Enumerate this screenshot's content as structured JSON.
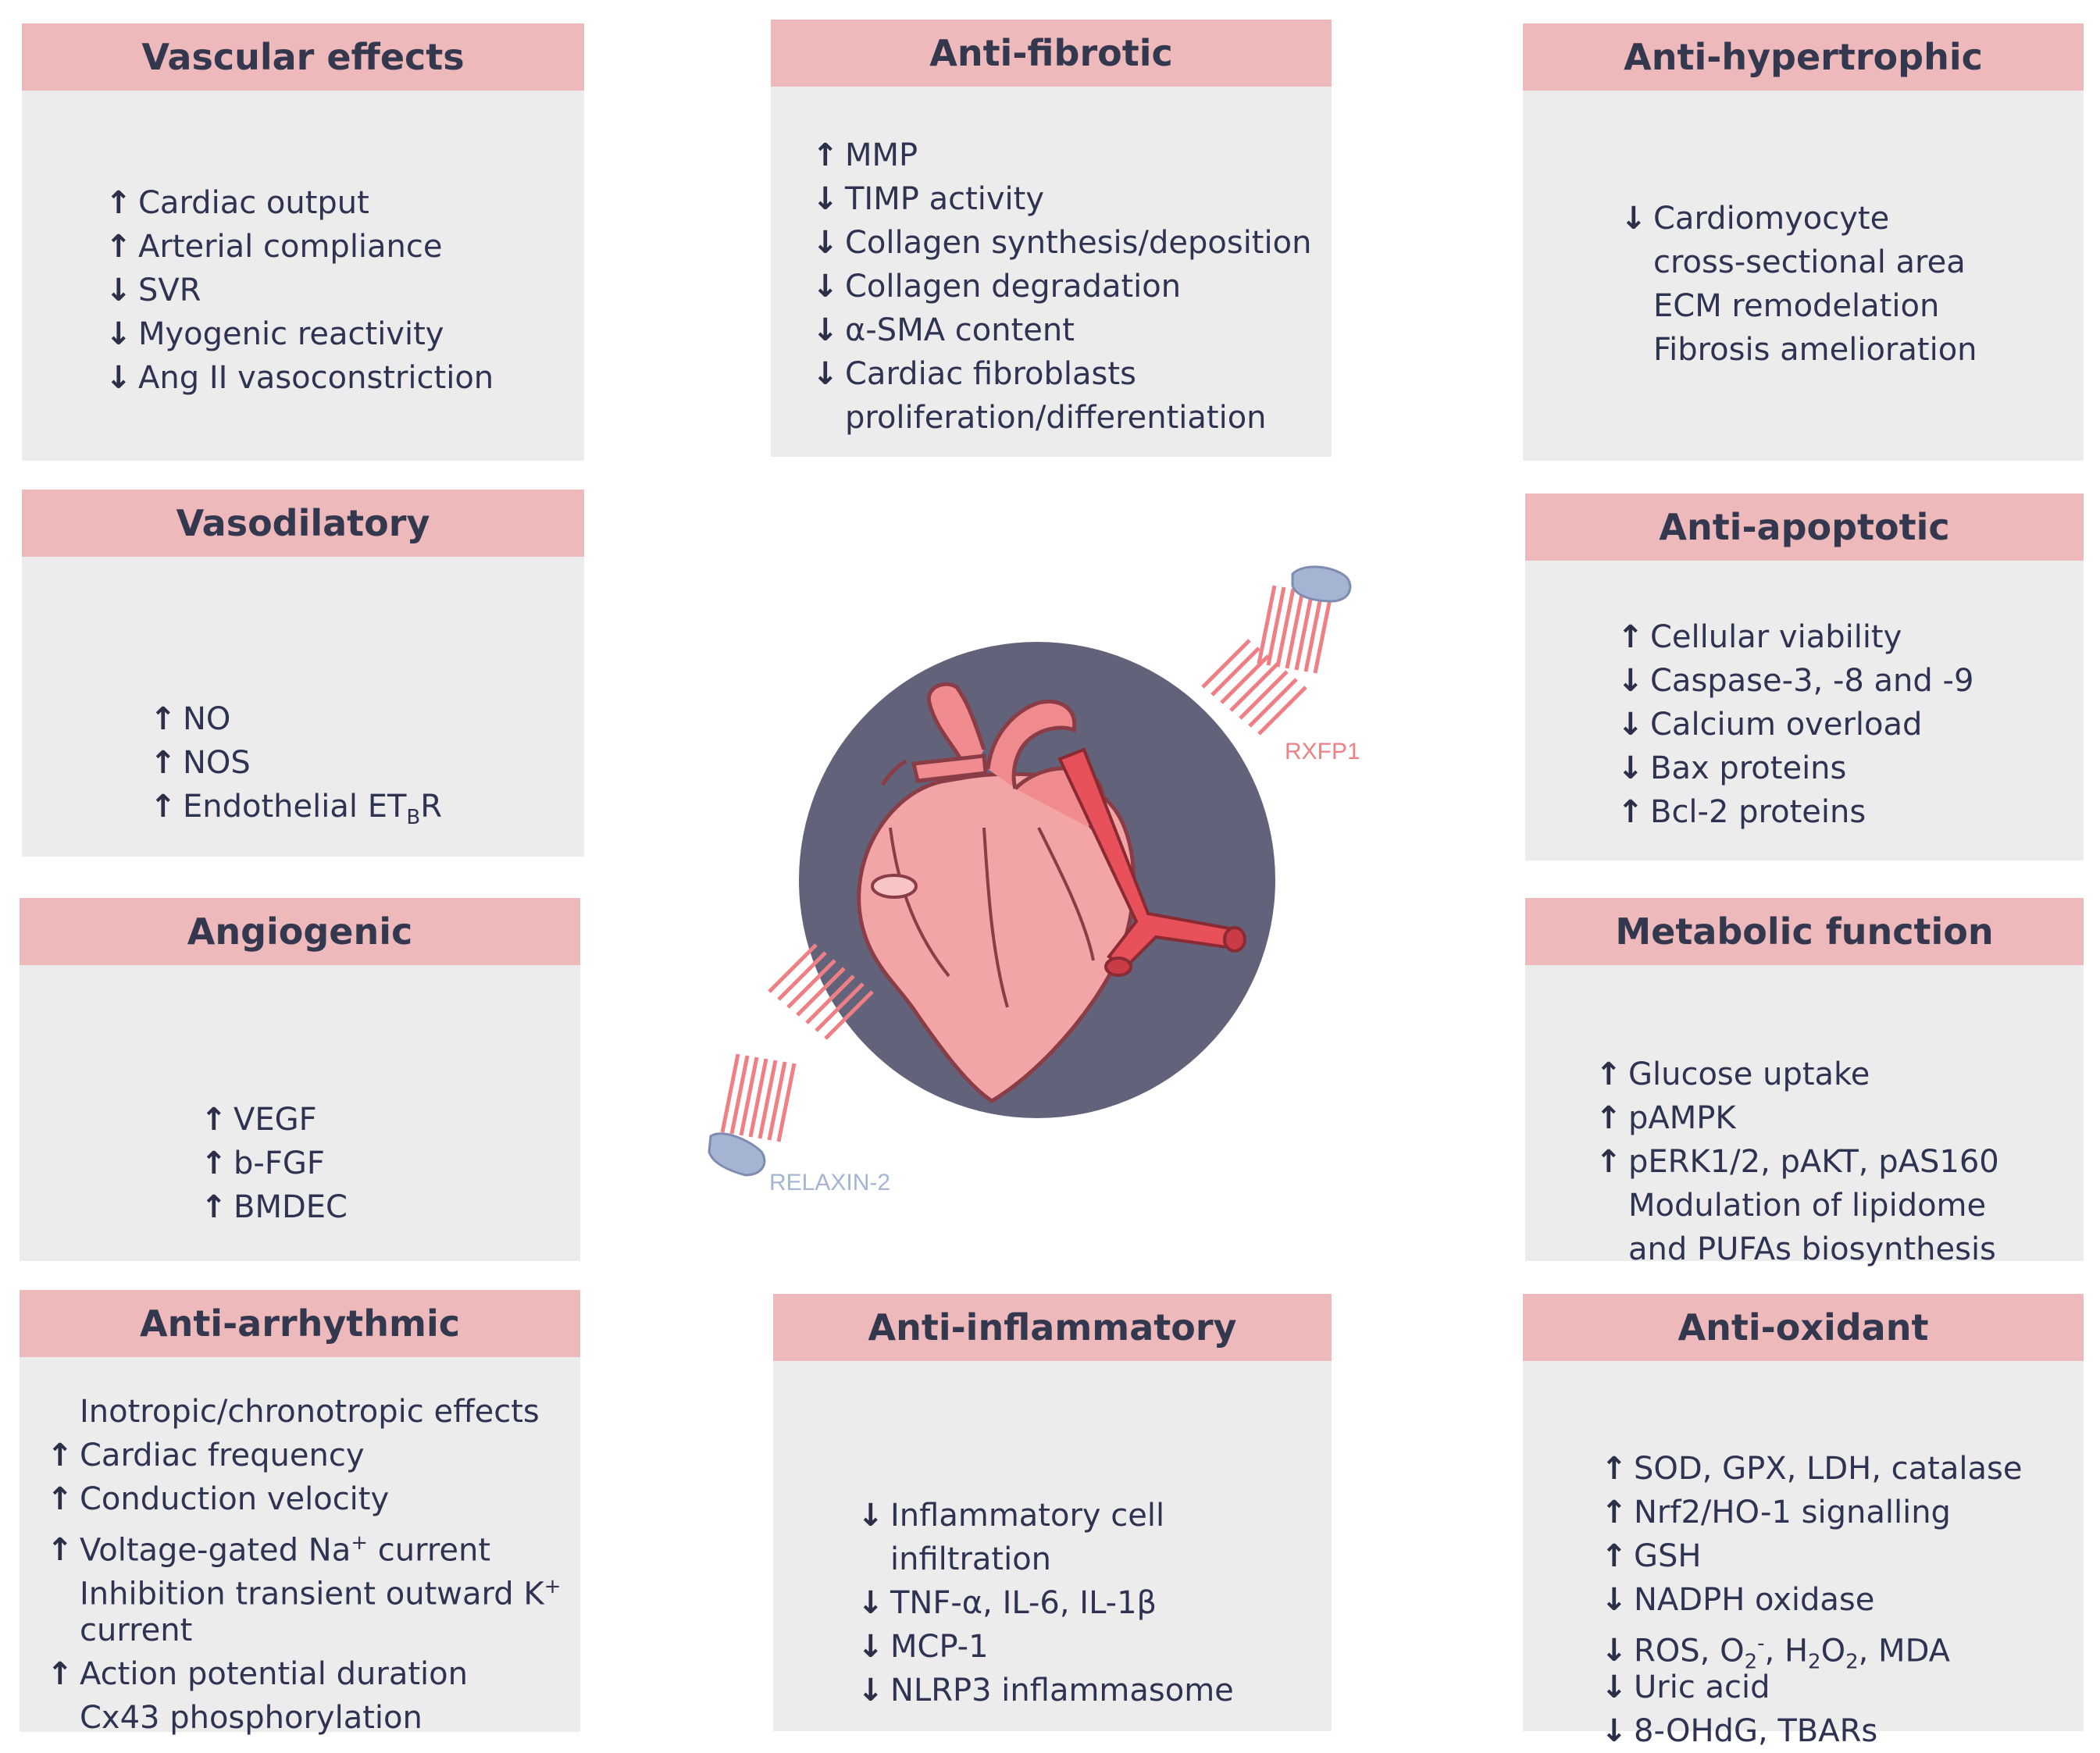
{
  "colors": {
    "header": "#edb9bb",
    "panel": "#ececec",
    "circle": "#62627a",
    "heart": "#f08c90",
    "text": "#2f3352"
  },
  "labels": {
    "rxfp1": "RXFP1",
    "relaxin2": "RELAXIN-2"
  },
  "cards": [
    {
      "title": "Vascular effects",
      "items": [
        {
          "arrow": "up",
          "text": "Cardiac output"
        },
        {
          "arrow": "up",
          "text": "Arterial compliance"
        },
        {
          "arrow": "down",
          "text": "SVR"
        },
        {
          "arrow": "down",
          "text": "Myogenic reactivity"
        },
        {
          "arrow": "down",
          "text": "Ang II vasoconstriction"
        }
      ]
    },
    {
      "title": "Anti-fibrotic",
      "items": [
        {
          "arrow": "up",
          "text": "MMP"
        },
        {
          "arrow": "down",
          "text": "TIMP activity"
        },
        {
          "arrow": "down",
          "text": "Collagen synthesis/deposition"
        },
        {
          "arrow": "down",
          "text": "Collagen degradation"
        },
        {
          "arrow": "down",
          "text": "α-SMA content"
        },
        {
          "arrow": "down",
          "text": "Cardiac fibroblasts"
        },
        {
          "arrow": "none",
          "text": "proliferation/differentiation"
        }
      ]
    },
    {
      "title": "Anti-hypertrophic",
      "items": [
        {
          "arrow": "down",
          "text": "Cardiomyocyte"
        },
        {
          "arrow": "none",
          "text": "cross-sectional area"
        },
        {
          "arrow": "none",
          "text": "ECM remodelation"
        },
        {
          "arrow": "none",
          "text": "Fibrosis amelioration"
        }
      ]
    },
    {
      "title": "Vasodilatory",
      "items": [
        {
          "arrow": "up",
          "text": "NO"
        },
        {
          "arrow": "up",
          "text": "NOS"
        },
        {
          "arrow": "up",
          "text": "Endothelial ET",
          "sub": "B",
          "after": "R"
        }
      ]
    },
    {
      "title": "Anti-apoptotic",
      "items": [
        {
          "arrow": "up",
          "text": "Cellular viability"
        },
        {
          "arrow": "down",
          "text": "Caspase-3, -8 and -9"
        },
        {
          "arrow": "down",
          "text": "Calcium overload"
        },
        {
          "arrow": "down",
          "text": "Bax proteins"
        },
        {
          "arrow": "up",
          "text": "Bcl-2 proteins"
        }
      ]
    },
    {
      "title": "Angiogenic",
      "items": [
        {
          "arrow": "up",
          "text": "VEGF"
        },
        {
          "arrow": "up",
          "text": "b-FGF"
        },
        {
          "arrow": "up",
          "text": "BMDEC"
        }
      ]
    },
    {
      "title": "Metabolic function",
      "items": [
        {
          "arrow": "up",
          "text": "Glucose uptake"
        },
        {
          "arrow": "up",
          "text": "pAMPK"
        },
        {
          "arrow": "up",
          "text": "pERK1/2, pAKT, pAS160"
        },
        {
          "arrow": "none",
          "text": "Modulation of lipidome"
        },
        {
          "arrow": "none",
          "text": "and PUFAs biosynthesis"
        }
      ]
    },
    {
      "title": "Anti-arrhythmic",
      "items": [
        {
          "arrow": "none",
          "text": "Inotropic/chronotropic effects"
        },
        {
          "arrow": "up",
          "text": "Cardiac frequency"
        },
        {
          "arrow": "up",
          "text": "Conduction velocity"
        },
        {
          "arrow": "up",
          "text": "Voltage-gated Na",
          "sup": "+",
          "after": " current"
        },
        {
          "arrow": "none",
          "text": "Inhibition transient outward K",
          "sup": "+"
        },
        {
          "arrow": "none",
          "text": "current"
        },
        {
          "arrow": "up",
          "text": "Action potential duration"
        },
        {
          "arrow": "none",
          "text": "Cx43 phosphorylation"
        }
      ]
    },
    {
      "title": "Anti-inflammatory",
      "items": [
        {
          "arrow": "down",
          "text": "Inflammatory cell"
        },
        {
          "arrow": "none",
          "text": "infiltration"
        },
        {
          "arrow": "down",
          "text": "TNF-α, IL-6, IL-1β"
        },
        {
          "arrow": "down",
          "text": "MCP-1"
        },
        {
          "arrow": "down",
          "text": "NLRP3 inflammasome"
        }
      ]
    },
    {
      "title": "Anti-oxidant",
      "items": [
        {
          "arrow": "up",
          "text": "SOD, GPX, LDH, catalase"
        },
        {
          "arrow": "up",
          "text": "Nrf2/HO-1 signalling"
        },
        {
          "arrow": "up",
          "text": "GSH"
        },
        {
          "arrow": "down",
          "text": "NADPH oxidase"
        },
        {
          "arrow": "down",
          "text": "ROS, O",
          "sub": "2",
          "sup2": "-",
          "after": ", H",
          "sub2": "2",
          "after2": "O",
          "sub3": "2",
          "after3": ", MDA"
        },
        {
          "arrow": "down",
          "text": "Uric acid"
        },
        {
          "arrow": "down",
          "text": "8-OHdG, TBARs"
        }
      ]
    }
  ]
}
